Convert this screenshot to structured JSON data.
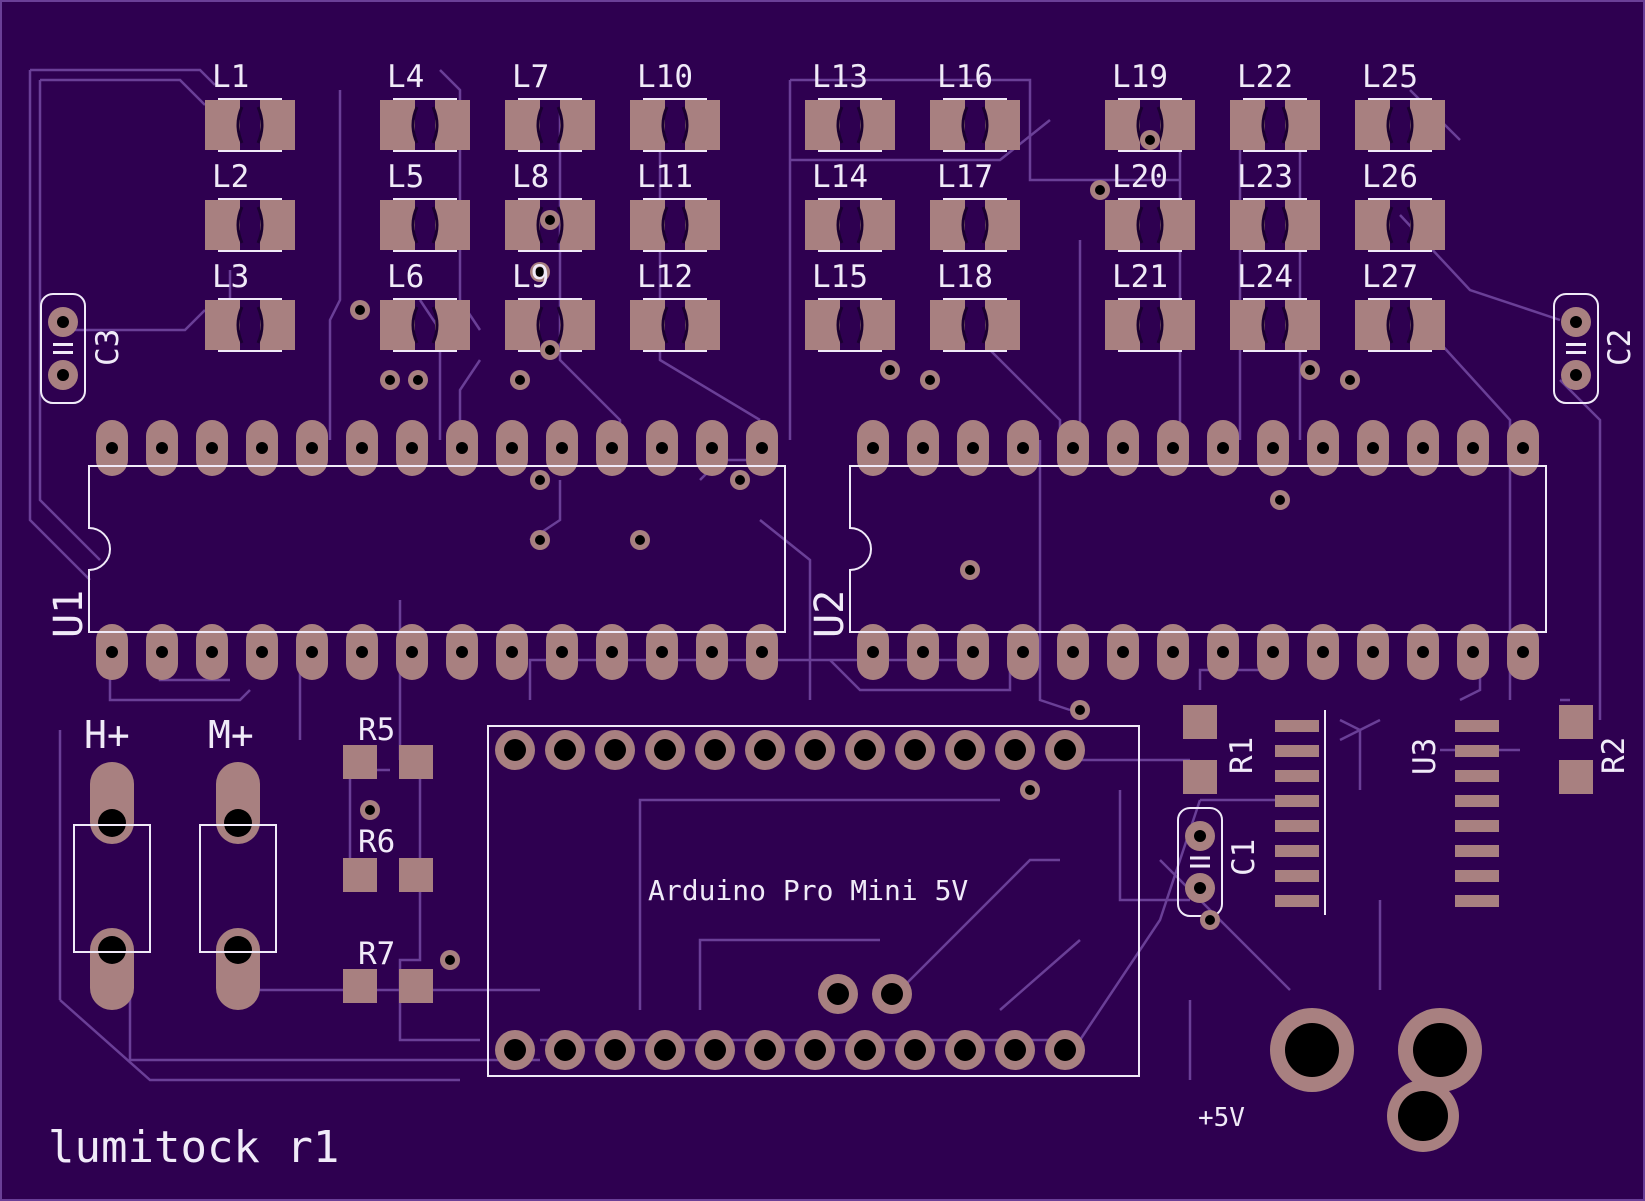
{
  "colors": {
    "board": "#2e0050",
    "trace": "#6a3f97",
    "pad": "#a88080",
    "silk": "#f0eaf8",
    "hole": "#000000"
  },
  "board_title": "lumitock r1",
  "leds": [
    "L1",
    "L2",
    "L3",
    "L4",
    "L5",
    "L6",
    "L7",
    "L8",
    "L9",
    "L10",
    "L11",
    "L12",
    "L13",
    "L14",
    "L15",
    "L16",
    "L17",
    "L18",
    "L19",
    "L20",
    "L21",
    "L22",
    "L23",
    "L24",
    "L25",
    "L26",
    "L27"
  ],
  "chips": {
    "u1": "U1",
    "u2": "U2",
    "u3": "U3"
  },
  "capacitors": {
    "c1": "C1",
    "c2": "C2",
    "c3": "C3"
  },
  "resistors": {
    "r1": "R1",
    "r2": "R2",
    "r5": "R5",
    "r6": "R6",
    "r7": "R7"
  },
  "buttons": {
    "hour": "H+",
    "minute": "M+"
  },
  "module_label": "Arduino Pro Mini 5V",
  "power_label": "+5V"
}
